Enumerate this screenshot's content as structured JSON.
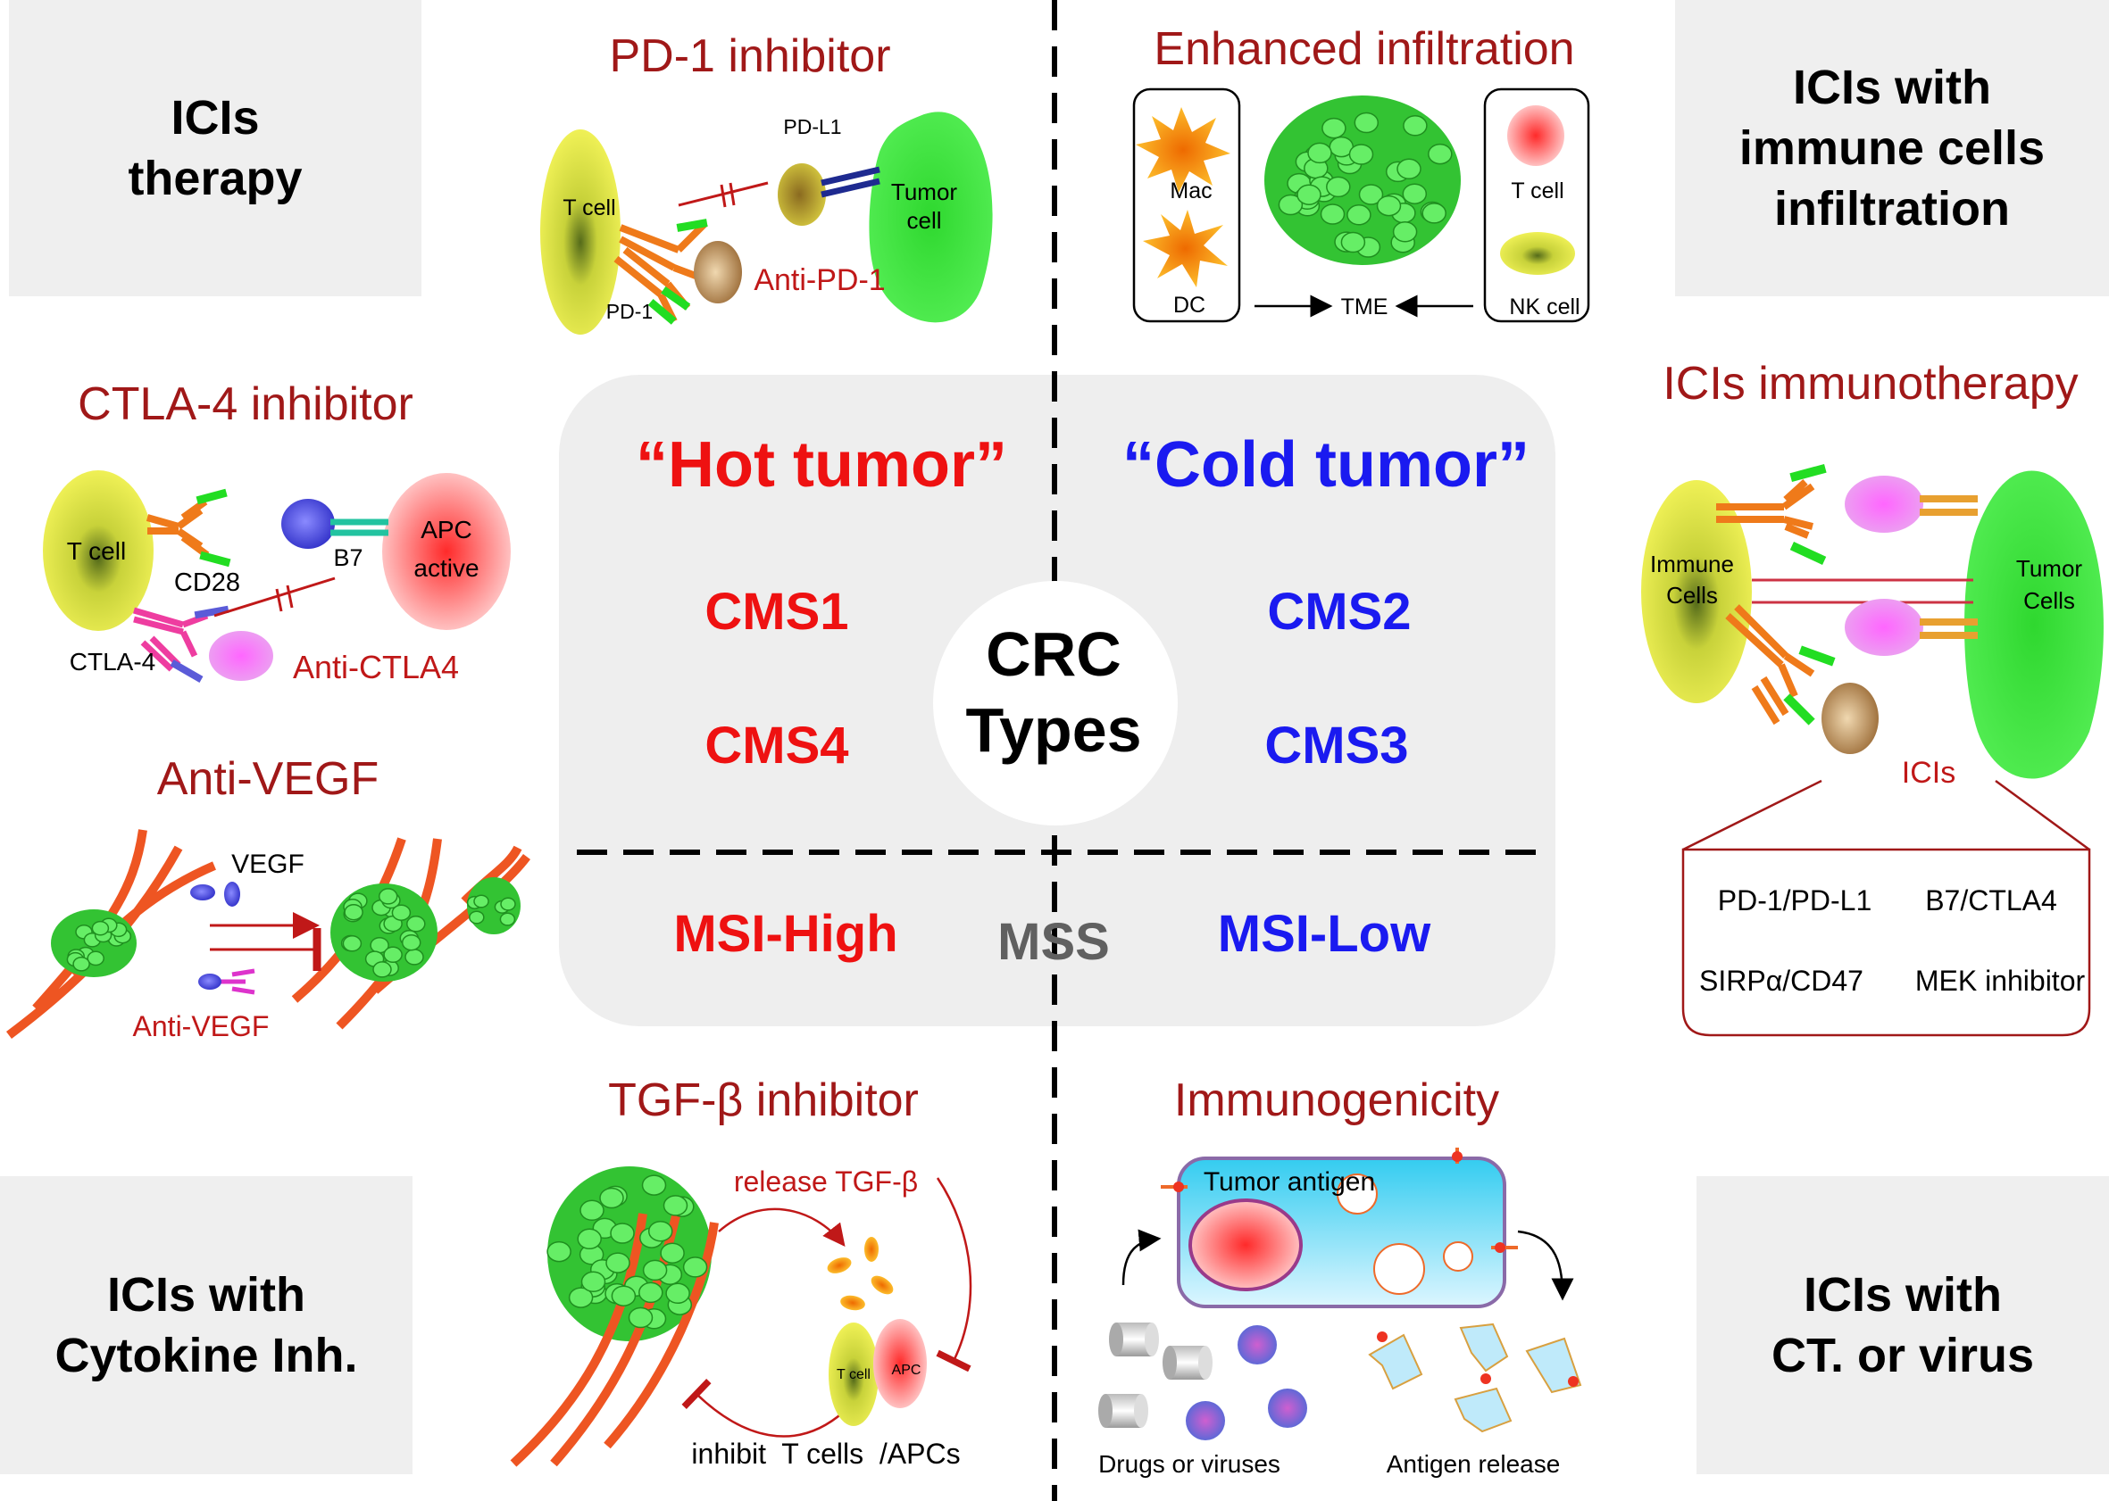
{
  "corners": {
    "top_left": "ICIs\ntherapy",
    "top_right": "ICIs with\nimmune cells\ninfiltration",
    "bottom_left": "ICIs with\nCytokine Inh.",
    "bottom_right": "ICIs with\nCT. or virus"
  },
  "pd1": {
    "title": "PD-1 inhibitor",
    "tcell": "T cell",
    "pdl1": "PD-L1",
    "tumor1": "Tumor",
    "tumor2": "cell",
    "anti": "Anti-PD-1",
    "pd1": "PD-1"
  },
  "infiltration": {
    "title": "Enhanced infiltration",
    "mac": "Mac",
    "dc": "DC",
    "tme": "TME",
    "tcell": "T cell",
    "nkcell": "NK cell"
  },
  "ctla4": {
    "title": "CTLA-4 inhibitor",
    "tcell": "T cell",
    "cd28": "CD28",
    "b7": "B7",
    "apc1": "APC",
    "apc2": "active",
    "ctla4": "CTLA-4",
    "anti": "Anti-CTLA4"
  },
  "vegf": {
    "title": "Anti-VEGF",
    "vegf": "VEGF",
    "anti": "Anti-VEGF"
  },
  "center": {
    "hot": "“Hot tumor”",
    "cold": "“Cold tumor”",
    "cms1": "CMS1",
    "cms4": "CMS4",
    "cms2": "CMS2",
    "cms3": "CMS3",
    "crc1": "CRC",
    "crc2": "Types",
    "msi_high": "MSI-High",
    "mss": "MSS",
    "msi_low": "MSI-Low"
  },
  "immuno": {
    "title": "ICIs immunotherapy",
    "immune1": "Immune",
    "immune2": "Cells",
    "tumor1": "Tumor",
    "tumor2": "Cells",
    "icis": "ICIs",
    "items": [
      "PD-1/PD-L1",
      "B7/CTLA4",
      "SIRPα/CD47",
      "MEK inhibitor"
    ]
  },
  "tgf": {
    "title": "TGF-β inhibitor",
    "release": "release TGF-β",
    "tcell": "T cell",
    "apc": "APC",
    "inhibit": "inhibit  T cells  /APCs"
  },
  "immunogenicity": {
    "title": "Immunogenicity",
    "antigen": "Tumor antigen",
    "drugs": "Drugs or viruses",
    "release": "Antigen release"
  },
  "colors": {
    "dark_red": "#a01818",
    "red": "#ee1111",
    "blue": "#1a1af0",
    "grey_box": "#efefef",
    "center_panel": "#eeeeee"
  }
}
